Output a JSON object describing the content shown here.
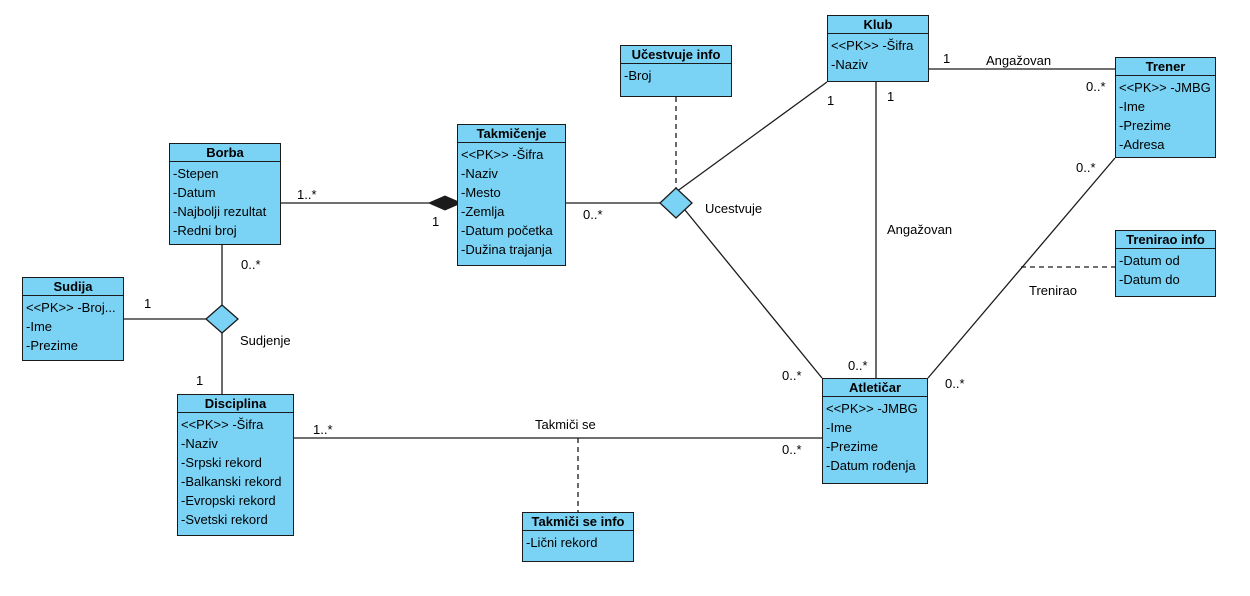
{
  "classes": {
    "borba": {
      "title": "Borba",
      "attrs": [
        "-Stepen",
        "-Datum",
        "-Najbolji rezultat",
        "-Redni broj"
      ]
    },
    "takmicenje": {
      "title": "Takmičenje",
      "attrs": [
        "<<PK>> -Šifra",
        "-Naziv",
        "-Mesto",
        "-Zemlja",
        "-Datum početka",
        "-Dužina trajanja"
      ]
    },
    "ucestvuje_info": {
      "title": "Učestvuje info",
      "attrs": [
        "-Broj"
      ]
    },
    "klub": {
      "title": "Klub",
      "attrs": [
        "<<PK>> -Šifra",
        "-Naziv"
      ]
    },
    "trener": {
      "title": "Trener",
      "attrs": [
        "<<PK>> -JMBG",
        "-Ime",
        "-Prezime",
        "-Adresa"
      ]
    },
    "trenirao_info": {
      "title": "Trenirao info",
      "attrs": [
        "-Datum od",
        "-Datum do"
      ]
    },
    "sudija": {
      "title": "Sudija",
      "attrs": [
        "<<PK>> -Broj...",
        "-Ime",
        "-Prezime"
      ]
    },
    "disciplina": {
      "title": "Disciplina",
      "attrs": [
        "<<PK>> -Šifra",
        "-Naziv",
        "-Srpski rekord",
        "-Balkanski rekord",
        "-Evropski rekord",
        "-Svetski rekord"
      ]
    },
    "atleticar": {
      "title": "Atletičar",
      "attrs": [
        "<<PK>> -JMBG",
        "-Ime",
        "-Prezime",
        "-Datum rođenja"
      ]
    },
    "takmici_se_info": {
      "title": "Takmiči se info",
      "attrs": [
        "-Lični rekord"
      ]
    }
  },
  "labels": {
    "angazovan_top": "Angažovan",
    "angazovan_mid": "Angažovan",
    "ucestvuje": "Ucestvuje",
    "trenirao": "Trenirao",
    "sudjenje": "Sudjenje",
    "takmici_se": "Takmiči se",
    "m_borba_takm_1n": "1..*",
    "m_borba_takm_1": "1",
    "m_takm_0n": "0..*",
    "m_klub_ucest_1": "1",
    "m_klub_trener_1": "1",
    "m_trener_0n_a": "0..*",
    "m_klub_atl_1": "1",
    "m_trener_0n_b": "0..*",
    "m_borba_0n": "0..*",
    "m_sudija_1": "1",
    "m_disc_1": "1",
    "m_atl_0n_a": "0..*",
    "m_atl_0n_b": "0..*",
    "m_atl_0n_c": "0..*",
    "m_disc_1n": "1..*",
    "m_atl_0n_d": "0..*"
  },
  "colors": {
    "class_fill": "#7ad3f5",
    "line": "#1b1b1b"
  }
}
